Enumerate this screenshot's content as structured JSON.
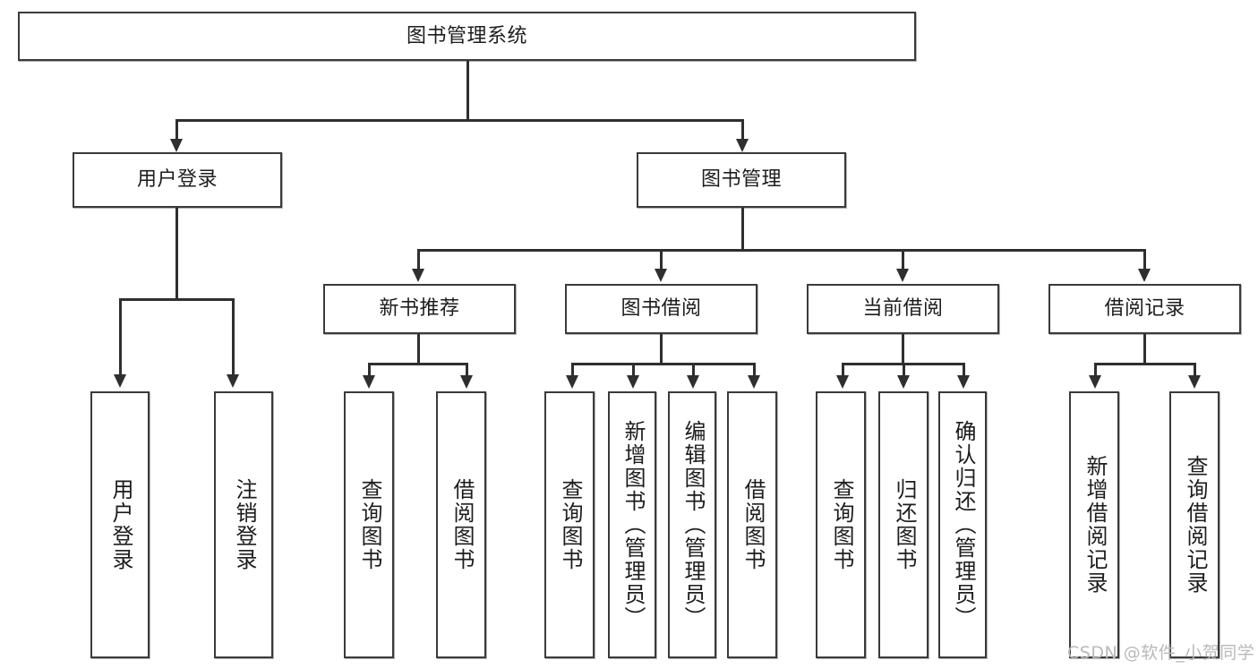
{
  "diagram": {
    "title": "图书管理系统",
    "watermark": "CSDN @软件_小贺同学",
    "colors": {
      "box_border": "#3a3a3a",
      "line": "#2f2f2f",
      "background": "#ffffff",
      "text": "#1d1d1d",
      "watermark": "#b9b9b9"
    },
    "nodes": {
      "root": "图书管理系统",
      "user_login": "用户登录",
      "book_manage": "图书管理",
      "new_book_rec": "新书推荐",
      "book_borrow": "图书借阅",
      "current_borrow": "当前借阅",
      "borrow_record": "借阅记录",
      "leaf_user_login": "用户登录",
      "leaf_user_logout": "注销登录",
      "leaf_query_book_1": "查询图书",
      "leaf_borrow_book_1": "借阅图书",
      "leaf_query_book_2": "查询图书",
      "leaf_add_book_admin": "新增图书（管理员）",
      "leaf_edit_book_admin": "编辑图书（管理员）",
      "leaf_borrow_book_2": "借阅图书",
      "leaf_query_book_3": "查询图书",
      "leaf_return_book": "归还图书",
      "leaf_confirm_return_admin": "确认归还（管理员）",
      "leaf_add_record": "新增借阅记录",
      "leaf_query_record": "查询借阅记录"
    }
  }
}
